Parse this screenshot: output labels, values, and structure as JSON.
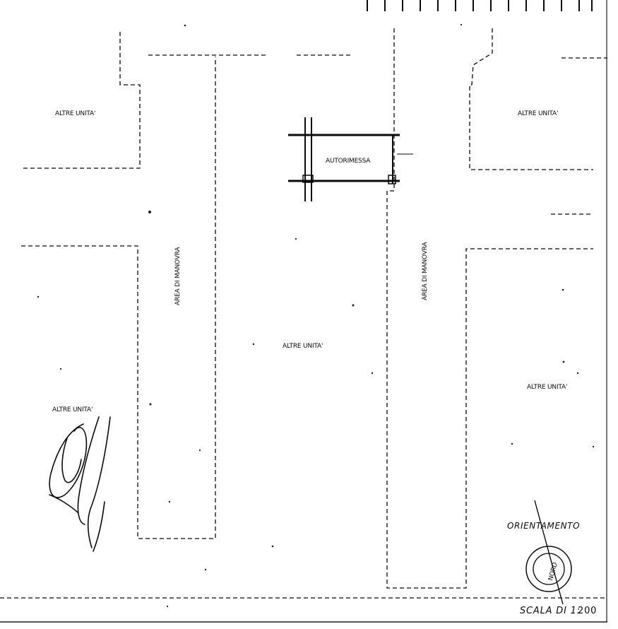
{
  "plan": {
    "labels": {
      "altre_unita_top_left": "ALTRE UNITA'",
      "altre_unita_top_right": "ALTRE UNITA'",
      "altre_unita_center": "ALTRE UNITA'",
      "altre_unita_mid_right": "ALTRE UNITA'",
      "altre_unita_bottom_left": "ALTRE UNITA'",
      "autorimessa": "AUTORIMESSA",
      "area_manovra_left": "AREA DI MANOVRA",
      "area_manovra_right": "AREA DI MANOVRA"
    },
    "orientation": {
      "title": "ORIENTAMENTO",
      "compass_label": "NORD"
    },
    "scale": {
      "prefix": "SCALA DI 1:",
      "value": "200"
    }
  }
}
